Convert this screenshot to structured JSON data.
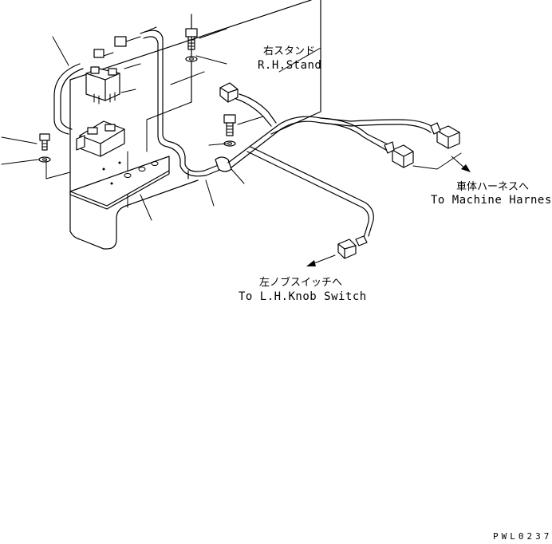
{
  "labels": {
    "rh_stand_jp": "右スタンド",
    "rh_stand_en": "R.H.Stand",
    "machine_harness_jp": "車体ハーネスへ",
    "machine_harness_en": "To Machine Harness",
    "lh_knob_jp": "左ノブスイッチへ",
    "lh_knob_en": "To L.H.Knob Switch",
    "drawing_code": "PWL0237"
  }
}
